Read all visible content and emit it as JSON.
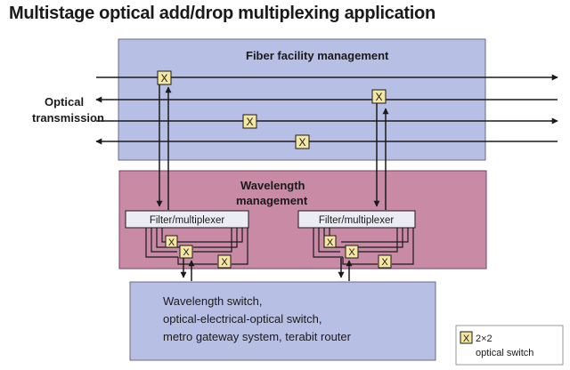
{
  "title": "Multistage optical add/drop multiplexing application",
  "fiber_box": {
    "label": "Fiber facility management",
    "fill": "#b8bfe4"
  },
  "optical": {
    "line1": "Optical",
    "line2": "transmission"
  },
  "wavelength_box": {
    "line1": "Wavelength",
    "line2": "management",
    "fill": "#c98aa6"
  },
  "filter_left": "Filter/multiplexer",
  "filter_right": "Filter/multiplexer",
  "switch_box": {
    "lines": [
      "Wavelength switch,",
      "optical-electrical-optical switch,",
      "metro gateway system, terabit router"
    ],
    "fill": "#b8bfe4"
  },
  "switch_symbol": "X",
  "legend": {
    "symbol": "X",
    "line1": "2×2",
    "line2": "optical switch"
  },
  "colors": {
    "switch_fill": "#f3e7a2",
    "line": "#1a1a1a"
  }
}
